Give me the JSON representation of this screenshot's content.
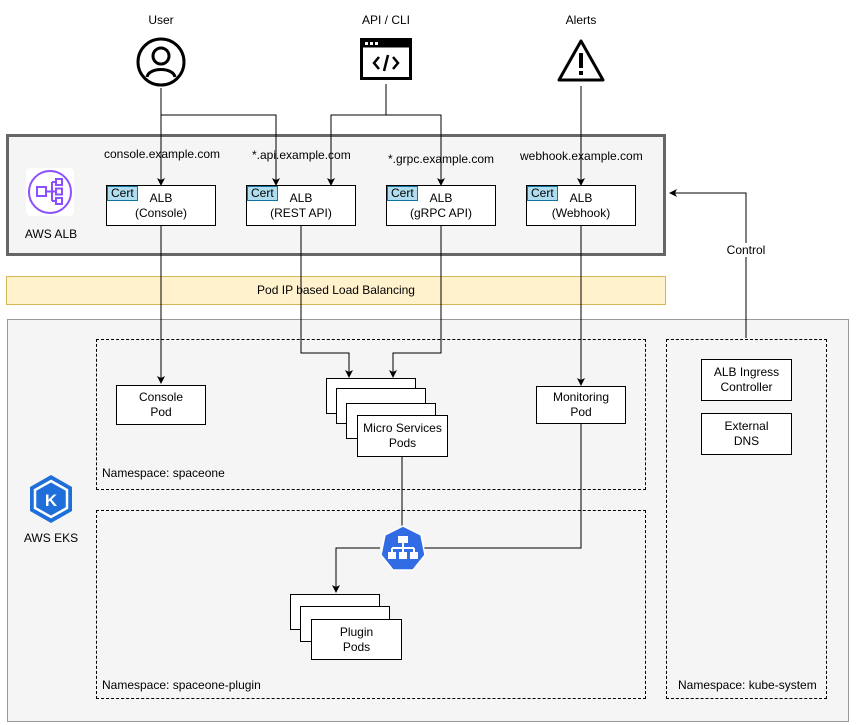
{
  "actors": {
    "user": {
      "label": "User",
      "icon": "user-icon"
    },
    "api": {
      "label": "API / CLI",
      "icon": "code-window-icon"
    },
    "alerts": {
      "label": "Alerts",
      "icon": "warning-icon"
    }
  },
  "alb_group": {
    "label": "AWS ALB",
    "icon": "aws-alb-icon",
    "domains": [
      "console.example.com",
      "*.api.example.com",
      "*.grpc.example.com",
      "webhook.example.com"
    ],
    "cert_label": "Cert",
    "albs": [
      {
        "line1": "ALB",
        "line2": "(Console)"
      },
      {
        "line1": "ALB",
        "line2": "(REST API)"
      },
      {
        "line1": "ALB",
        "line2": "(gRPC API)"
      },
      {
        "line1": "ALB",
        "line2": "(Webhook)"
      }
    ]
  },
  "lb_banner": "Pod IP based Load Balancing",
  "control_label": "Control",
  "eks": {
    "label": "AWS EKS",
    "icon": "aws-eks-icon"
  },
  "namespaces": {
    "spaceone": "Namespace: spaceone",
    "plugin": "Namespace: spaceone-plugin",
    "kube": "Namespace: kube-system"
  },
  "pods": {
    "console": {
      "line1": "Console",
      "line2": "Pod"
    },
    "micro": {
      "line1": "Micro Services",
      "line2": "Pods"
    },
    "monitoring": {
      "line1": "Monitoring",
      "line2": "Pod"
    },
    "plugin": {
      "line1": "Plugin",
      "line2": "Pods"
    },
    "alb_ingress": {
      "line1": "ALB Ingress",
      "line2": "Controller"
    },
    "external_dns": {
      "line1": "External",
      "line2": "DNS"
    }
  },
  "service_icon": "kubernetes-service-icon",
  "colors": {
    "alb_group_bg": "#f5f5f5",
    "alb_group_border": "#666666",
    "banner_bg": "#fff2cc",
    "banner_border": "#d6b656",
    "cert_bg": "#b1ddf0",
    "alb_purple": "#8c4fff",
    "eks_blue": "#1e6fd9",
    "k8s_blue": "#326ce5"
  }
}
